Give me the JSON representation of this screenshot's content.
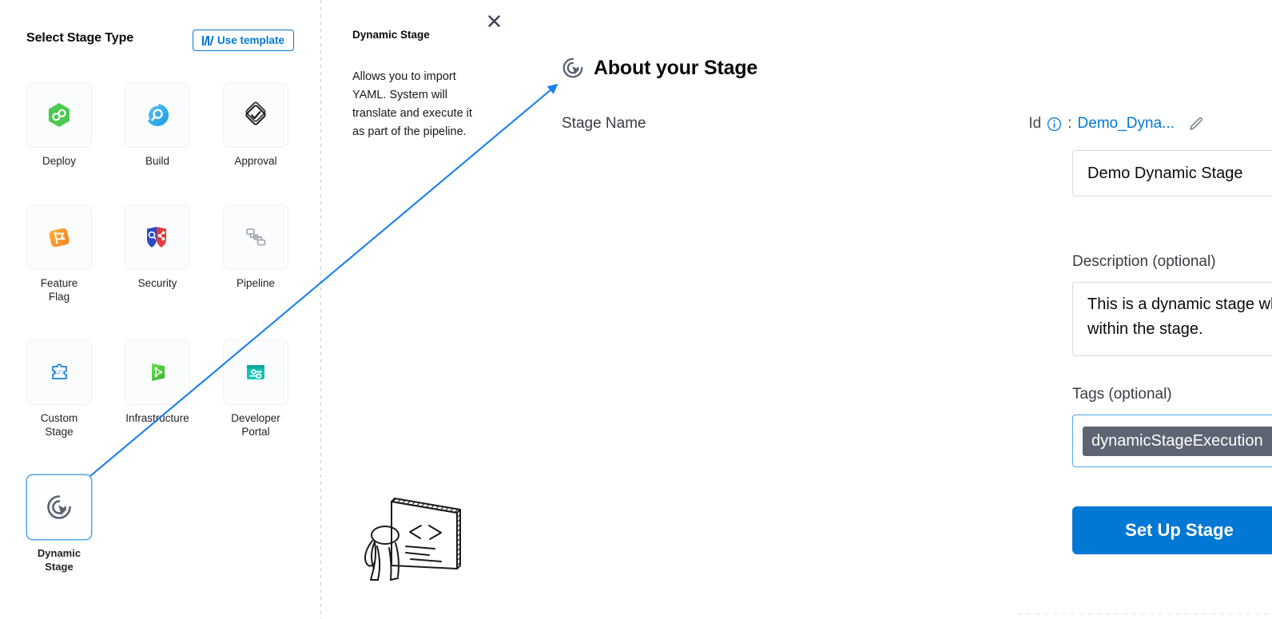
{
  "left_panel": {
    "title": "Select Stage Type",
    "use_template_label": "Use template",
    "template_icon": "template-bars-icon",
    "accent_color": "#0278d5",
    "stage_types": [
      {
        "label": "Deploy",
        "icon": "deploy-hexagon-infinity-icon",
        "selected": false
      },
      {
        "label": "Build",
        "icon": "build-magnifier-circle-icon",
        "selected": false
      },
      {
        "label": "Approval",
        "icon": "approval-check-diamond-icon",
        "selected": false
      },
      {
        "label": "Feature\nFlag",
        "icon": "feature-flag-icon",
        "selected": false
      },
      {
        "label": "Security",
        "icon": "security-shields-icon",
        "selected": false
      },
      {
        "label": "Pipeline",
        "icon": "pipeline-nodes-icon",
        "selected": false
      },
      {
        "label": "Custom\nStage",
        "icon": "custom-stage-code-puzzle-icon",
        "selected": false
      },
      {
        "label": "Infrastructure",
        "icon": "infrastructure-cube-icon",
        "selected": false
      },
      {
        "label": "Developer\nPortal",
        "icon": "developer-portal-icon",
        "selected": false
      },
      {
        "label": "Dynamic\nStage",
        "icon": "dynamic-stage-click-target-icon",
        "selected": true
      }
    ]
  },
  "mid_panel": {
    "title": "Dynamic Stage",
    "description": "Allows you to import YAML. System will translate and execute it as part of the pipeline.",
    "close_icon": "close-icon",
    "illustration": "person-presenting-code-board-illustration"
  },
  "right_panel": {
    "heading": "About your Stage",
    "heading_icon": "dynamic-stage-click-target-icon",
    "stage_name": {
      "label": "Stage Name",
      "value": "Demo Dynamic Stage",
      "placeholder": "Enter stage name"
    },
    "id_row": {
      "label": "Id",
      "info_icon": "info-circle-icon",
      "separator": ":",
      "value": "Demo_Dyna...",
      "edit_icon": "pencil-edit-icon",
      "value_color": "#0278d5"
    },
    "description": {
      "label": "Description (optional)",
      "value": "This is a dynamic stage which allows you to import & execute pipeline YAML on the fly within the stage.",
      "placeholder": "Description"
    },
    "tags": {
      "label": "Tags (optional)",
      "chips": [
        {
          "text": "dynamicStageExecution",
          "remove_icon": "tag-remove-icon"
        }
      ],
      "chip_bg": "#5d6473",
      "placeholder": "Add tag"
    },
    "primary_button": {
      "label": "Set Up Stage",
      "color": "#0278d5"
    }
  }
}
